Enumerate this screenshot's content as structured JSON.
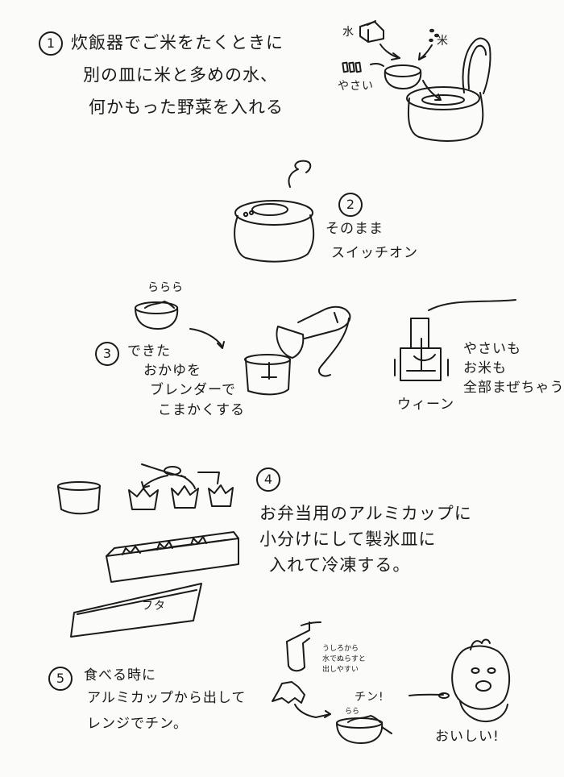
{
  "steps": [
    {
      "number": "1",
      "lines": [
        "炊飯器でご米をたくときに",
        "別の皿に米と多めの水、",
        "何かもった野菜を入れる"
      ],
      "labels": {
        "water": "水",
        "vegetable": "やさい",
        "rice": "米"
      }
    },
    {
      "number": "2",
      "lines": [
        "そのまま",
        "スイッチオン"
      ]
    },
    {
      "number": "3",
      "lines": [
        "できた",
        "おかゆを",
        "ブレンダーで",
        "こまかくする"
      ],
      "steam": "ららら",
      "note_lines": [
        "やさいも",
        "お米も",
        "全部まぜちゃう"
      ],
      "sound": "ウィーン"
    },
    {
      "number": "4",
      "lines": [
        "お弁当用のアルミカップに",
        "小分けにして製氷皿に",
        "入れて冷凍する。"
      ],
      "lid_label": "フタ"
    },
    {
      "number": "5",
      "lines": [
        "食べる時に",
        "アルミカップから出して",
        "レンジでチン。"
      ],
      "tap_note": [
        "うしろから",
        "水でぬらすと",
        "出しやすい"
      ],
      "chin": "チン!",
      "steam": "らら",
      "yum": "おいしい!"
    }
  ]
}
